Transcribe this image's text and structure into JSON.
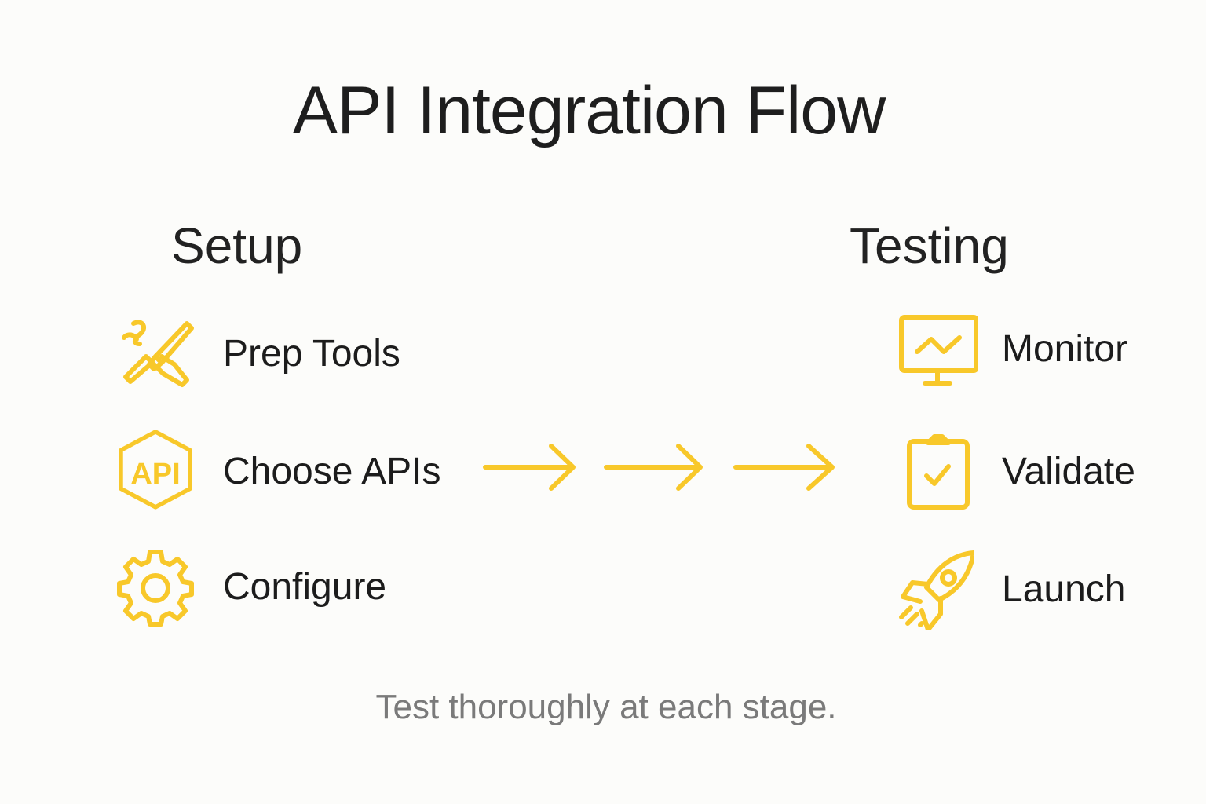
{
  "title": "API Integration Flow",
  "accent_color": "#F8C82A",
  "columns": {
    "setup": {
      "heading": "Setup",
      "steps": [
        {
          "label": "Prep Tools",
          "icon": "tools-icon"
        },
        {
          "label": "Choose APIs",
          "icon": "api-hexagon-icon",
          "icon_text": "API"
        },
        {
          "label": "Configure",
          "icon": "gear-icon"
        }
      ]
    },
    "testing": {
      "heading": "Testing",
      "steps": [
        {
          "label": "Monitor",
          "icon": "monitor-chart-icon"
        },
        {
          "label": "Validate",
          "icon": "clipboard-check-icon"
        },
        {
          "label": "Launch",
          "icon": "rocket-icon"
        }
      ]
    }
  },
  "flow_arrows": 3,
  "footer": "Test thoroughly at each stage."
}
